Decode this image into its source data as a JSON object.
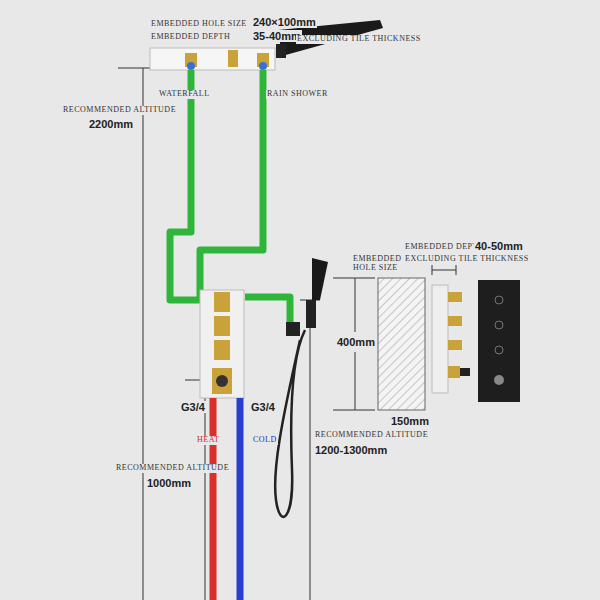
{
  "diagram": {
    "labels": [
      "EMBEDDED HOLE SIZE",
      "240×100mm",
      "EMBEDDED DEPTH",
      "35-40mm",
      "EXCLUDING TILE THICKNESS",
      "WATERFALL",
      "RAIN SHOWER",
      "RECOMMENDED ALTITUDE",
      "2200mm",
      "EMBEDDED DEPTH",
      "40-50mm",
      "EMBEDDED HOLE SIZE",
      "EXCLUDING TILE THICKNESS",
      "400mm",
      "150mm",
      "G3/4",
      "G3/4",
      "HEAT",
      "COLD",
      "RECOMMENDED ALTITUDE",
      "1200-1300mm",
      "RECOMMENDED ALTITUDE",
      "1000mm"
    ]
  }
}
